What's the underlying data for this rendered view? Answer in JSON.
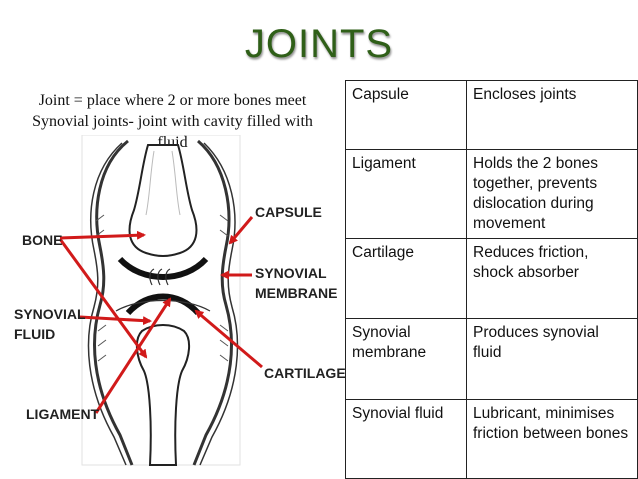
{
  "title": "JOINTS",
  "intro": {
    "line1": "Joint = place where 2 or more bones meet",
    "line2": "Synovial joints- joint with cavity filled with fluid"
  },
  "diagram_labels": {
    "capsule": "CAPSULE",
    "bone": "BONE",
    "synovial_membrane_1": "SYNOVIAL",
    "synovial_membrane_2": "MEMBRANE",
    "synovial_fluid_1": "SYNOVIAL",
    "synovial_fluid_2": "FLUID",
    "cartilage": "CARTILAGE",
    "ligament": "LIGAMENT"
  },
  "colors": {
    "title": "#2f5f18",
    "arrow": "#d11a1a"
  },
  "table": [
    {
      "term": "Capsule",
      "description": "Encloses joints"
    },
    {
      "term": "Ligament",
      "description": "Holds the 2 bones together, prevents dislocation during movement"
    },
    {
      "term": "Cartilage",
      "description": "Reduces friction, shock absorber"
    },
    {
      "term": "Synovial membrane",
      "description": "Produces synovial fluid"
    },
    {
      "term": "Synovial fluid",
      "description": "Lubricant, minimises friction between bones"
    }
  ]
}
